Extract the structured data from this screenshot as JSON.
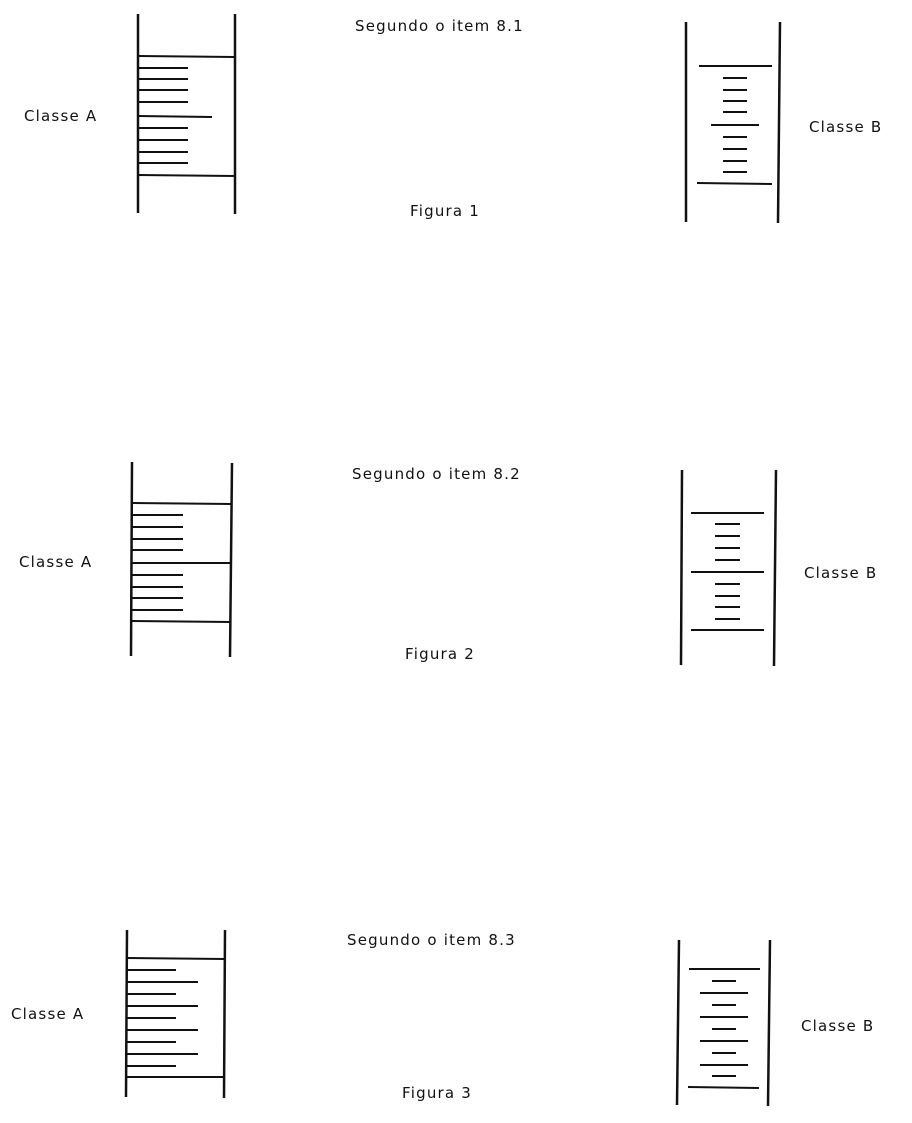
{
  "figures": [
    {
      "item_text": "Segundo o item 8.1",
      "caption": "Figura 1",
      "class_a_label": "Classe A",
      "class_b_label": "Classe B"
    },
    {
      "item_text": "Segundo o item 8.2",
      "caption": "Figura 2",
      "class_a_label": "Classe A",
      "class_b_label": "Classe B"
    },
    {
      "item_text": "Segundo o item 8.3",
      "caption": "Figura 3",
      "class_a_label": "Classe A",
      "class_b_label": "Classe B"
    }
  ],
  "colors": {
    "ink": "#111111",
    "paper": "#ffffff"
  }
}
